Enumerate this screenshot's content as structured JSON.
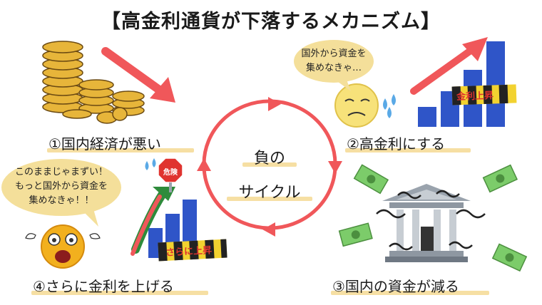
{
  "title": "【高金利通貨が下落するメカニズム】",
  "center": {
    "line1": "負の",
    "line2": "サイクル"
  },
  "steps": [
    {
      "label": "①国内経済が悪い"
    },
    {
      "label": "②高金利にする"
    },
    {
      "label": "③国内の資金が減る"
    },
    {
      "label": "④さらに金利を上げる"
    }
  ],
  "bubbles": {
    "top_right": {
      "line1": "国外から資金を",
      "line2": "集めなきゃ…"
    },
    "bottom_left": {
      "line1": "このままじゃまずい！",
      "line2": "もっと国外から資金を",
      "line3": "集めなきゃ！！"
    }
  },
  "tapes": {
    "top_right": "金利上昇",
    "bottom_left": "さらに上昇"
  },
  "sign": "危険",
  "colors": {
    "arrow_red": "#f0575a",
    "underline": "#f6dfa3",
    "bar_blue": "#2f55c8",
    "coin_gold": "#e7b53a",
    "tape_yellow": "#f2d230",
    "tape_black": "#222222",
    "bubble": "#f4df9a"
  }
}
